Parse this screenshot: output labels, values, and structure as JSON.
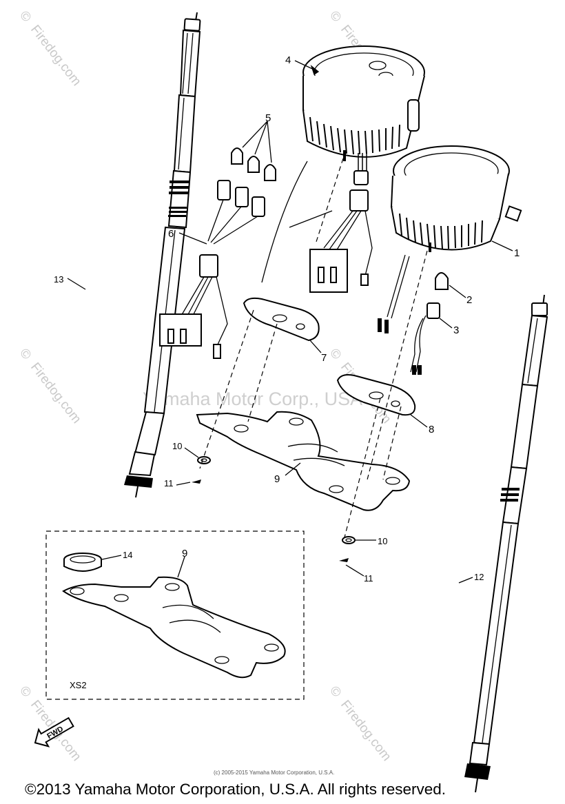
{
  "diagram": {
    "watermarks": {
      "site": "Firedog.com",
      "copyright_symbol": "©",
      "center": "Yamaha Motor Corp., USA"
    },
    "callouts": [
      {
        "id": "callout-1",
        "label": "1"
      },
      {
        "id": "callout-2",
        "label": "2"
      },
      {
        "id": "callout-3",
        "label": "3"
      },
      {
        "id": "callout-4",
        "label": "4"
      },
      {
        "id": "callout-5",
        "label": "5"
      },
      {
        "id": "callout-6",
        "label": "6"
      },
      {
        "id": "callout-7",
        "label": "7"
      },
      {
        "id": "callout-8",
        "label": "8"
      },
      {
        "id": "callout-9a",
        "label": "9"
      },
      {
        "id": "callout-9b",
        "label": "9"
      },
      {
        "id": "callout-10a",
        "label": "10"
      },
      {
        "id": "callout-10b",
        "label": "10"
      },
      {
        "id": "callout-11a",
        "label": "11"
      },
      {
        "id": "callout-11b",
        "label": "11"
      },
      {
        "id": "callout-12",
        "label": "12"
      },
      {
        "id": "callout-13",
        "label": "13"
      },
      {
        "id": "callout-14",
        "label": "14"
      }
    ],
    "inset_label": "XS2",
    "fwd_label": "FWD",
    "copyright_small": "(c) 2005-2015 Yamaha Motor Corporation, U.S.A.",
    "copyright": "©2013 Yamaha Motor Corporation, U.S.A. All rights reserved."
  }
}
